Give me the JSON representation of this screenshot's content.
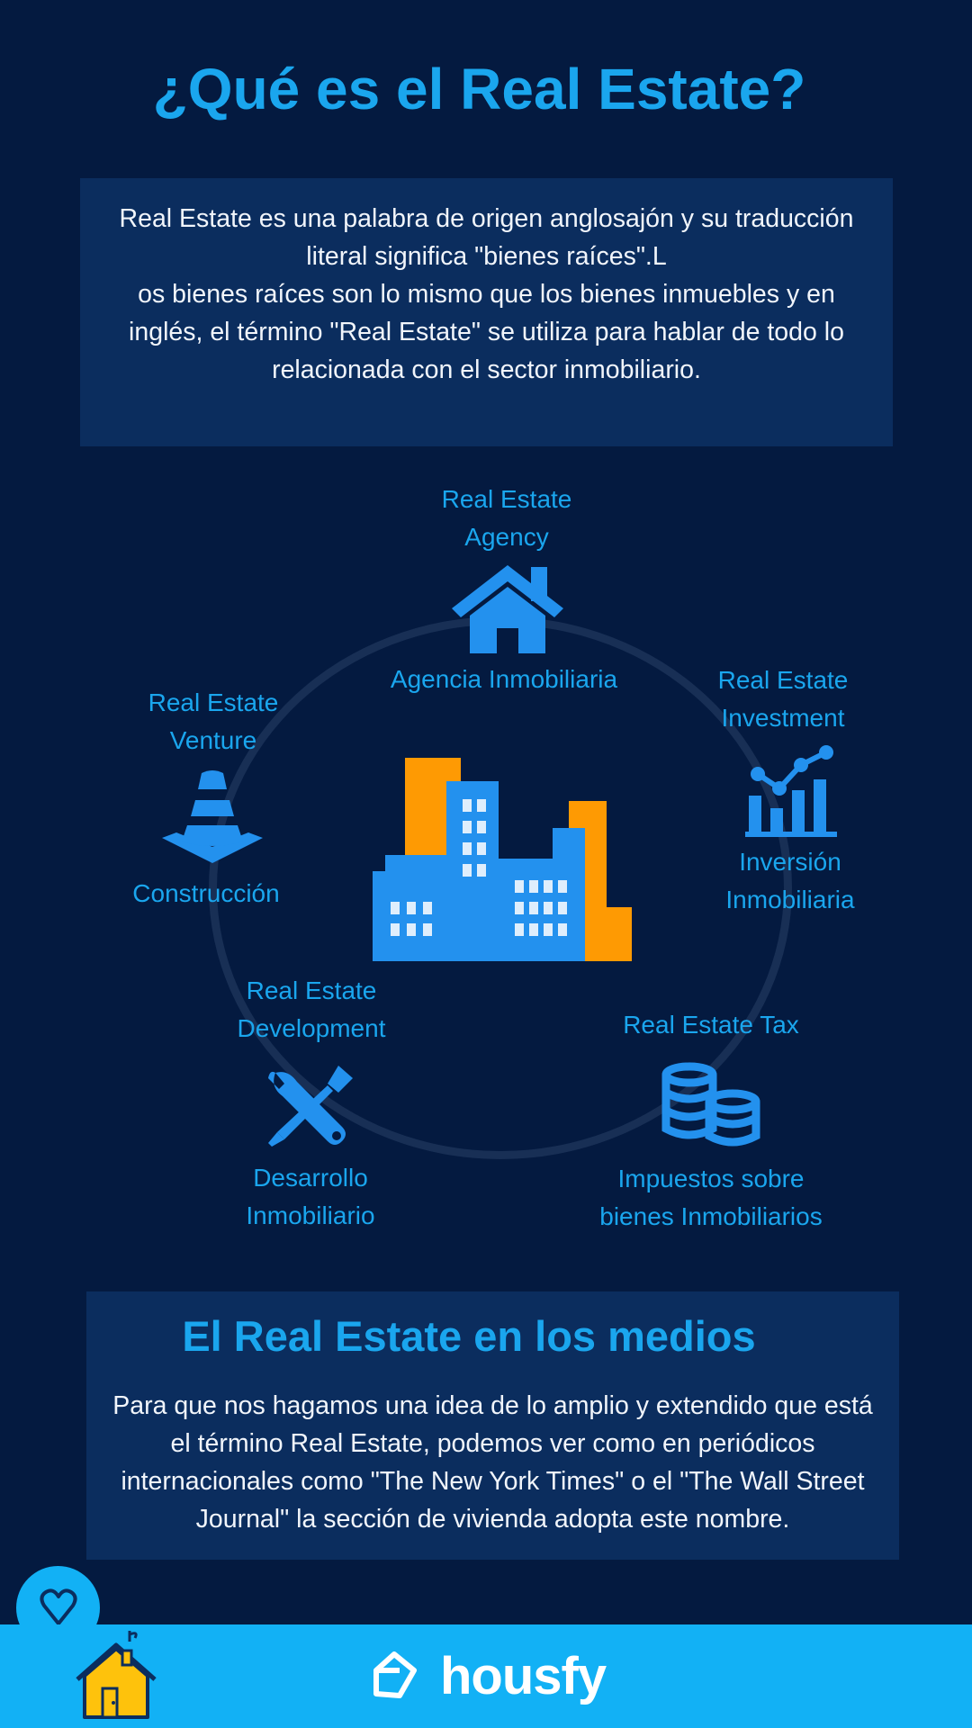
{
  "title": "¿Qué es el Real Estate?",
  "intro": {
    "line1": "Real Estate es una palabra de origen anglosajón y su traducción literal significa \"bienes raíces\".L",
    "line2": "os bienes raíces son lo mismo que los bienes inmuebles y en inglés, el término \"Real Estate\" se utiliza para hablar de todo lo relacionada con el sector inmobiliario."
  },
  "sectors": {
    "agency": {
      "en": "Real Estate Agency",
      "es": "Agencia Inmobiliaria",
      "icon": "house-icon"
    },
    "investment": {
      "en": "Real Estate Investment",
      "es": "Inversión Inmobiliaria",
      "icon": "growth-chart-icon"
    },
    "venture": {
      "en": "Real Estate Venture",
      "es": "Construcción",
      "icon": "traffic-cone-icon"
    },
    "development": {
      "en": "Real Estate Development",
      "es": "Desarrollo Inmobiliario",
      "icon": "tools-icon"
    },
    "tax": {
      "en": "Real Estate Tax",
      "es": "Impuestos sobre bienes Inmobiliarios",
      "icon": "coins-icon"
    }
  },
  "media": {
    "title": "El Real Estate en los medios",
    "text": "Para que nos hagamos una idea de lo amplio y extendido que está el término Real Estate, podemos ver como en periódicos internacionales como \"The New York Times\" o el \"The Wall Street Journal\" la sección de vivienda adopta este nombre."
  },
  "footer": {
    "brand": "housfy"
  },
  "colors": {
    "background": "#041a40",
    "panel": "#0b2d5e",
    "accent": "#1aa6ee",
    "icon_blue": "#2391ee",
    "orange": "#fe9a03",
    "footer": "#12b1f5"
  }
}
